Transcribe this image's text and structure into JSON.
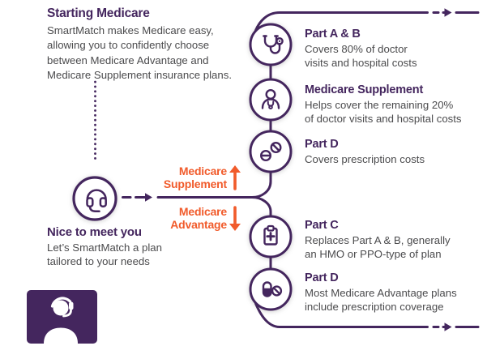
{
  "colors": {
    "purple": "#44265E",
    "orange": "#F15B2B",
    "gray": "#4B4B4D"
  },
  "intro": {
    "title": "Starting Medicare",
    "body": "SmartMatch makes Medicare easy,\nallowing you to confidently choose\nbetween Medicare Advantage and\nMedicare Supplement insurance plans."
  },
  "agent": {
    "icon": "headset-icon",
    "title": "Nice to meet you",
    "body": "Let’s SmartMatch a plan\ntailored to your needs"
  },
  "branches": {
    "top_label": "Medicare\nSupplement",
    "bottom_label": "Medicare\nAdvantage"
  },
  "plans": [
    {
      "id": "part-a-b",
      "icon": "stethoscope-icon",
      "title": "Part A & B",
      "body": "Covers 80% of doctor\nvisits and hospital costs"
    },
    {
      "id": "medicare-supplement",
      "icon": "doctor-icon",
      "title": "Medicare Supplement",
      "body": "Helps cover the remaining 20%\nof doctor visits and hospital costs"
    },
    {
      "id": "part-d-supplement",
      "icon": "pills-icon",
      "title": "Part D",
      "body": "Covers prescription costs"
    },
    {
      "id": "part-c",
      "icon": "clipboard-cross-icon",
      "title": "Part C",
      "body": "Replaces Part A & B, generally\nan HMO or PPO-type of plan"
    },
    {
      "id": "part-d-advantage",
      "icon": "capsule-no-icon",
      "title": "Part D",
      "body": "Most Medicare Advantage plans\ninclude prescription coverage"
    }
  ],
  "support_badge": {
    "icon": "support-agent-icon"
  }
}
